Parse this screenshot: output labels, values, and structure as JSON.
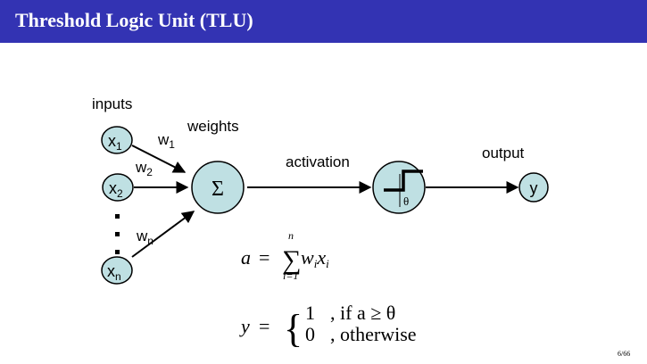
{
  "slide": {
    "title": "Threshold Logic Unit (TLU)",
    "page_number": "6/66"
  },
  "diagram": {
    "inputs_label": "inputs",
    "weights_label": "weights",
    "activation_label": "activation",
    "output_label": "output",
    "inputs": [
      {
        "base": "x",
        "sub": "1"
      },
      {
        "base": "x",
        "sub": "2"
      },
      {
        "base": "x",
        "sub": "n"
      }
    ],
    "weights": [
      {
        "base": "w",
        "sub": "1"
      },
      {
        "base": "w",
        "sub": "2"
      },
      {
        "base": "w",
        "sub": "n"
      }
    ],
    "sum_symbol": "Σ",
    "threshold_symbol": "θ",
    "output_symbol": "y",
    "ellipsis": "·",
    "colors": {
      "node_fill": "#bfe0e3",
      "title_bar": "#3333b3"
    }
  },
  "equations": {
    "activation": {
      "lhs": "a",
      "equals": "=",
      "sum_upper": "n",
      "sum_lower": "i=1",
      "sum_sign": "∑",
      "term_w": "w",
      "term_x": "x",
      "index": "i"
    },
    "output": {
      "lhs": "y",
      "equals": "=",
      "brace": "{",
      "case1_value": "1",
      "case1_condition": ", if a ≥ θ",
      "case2_value": "0",
      "case2_condition": ", otherwise"
    }
  }
}
